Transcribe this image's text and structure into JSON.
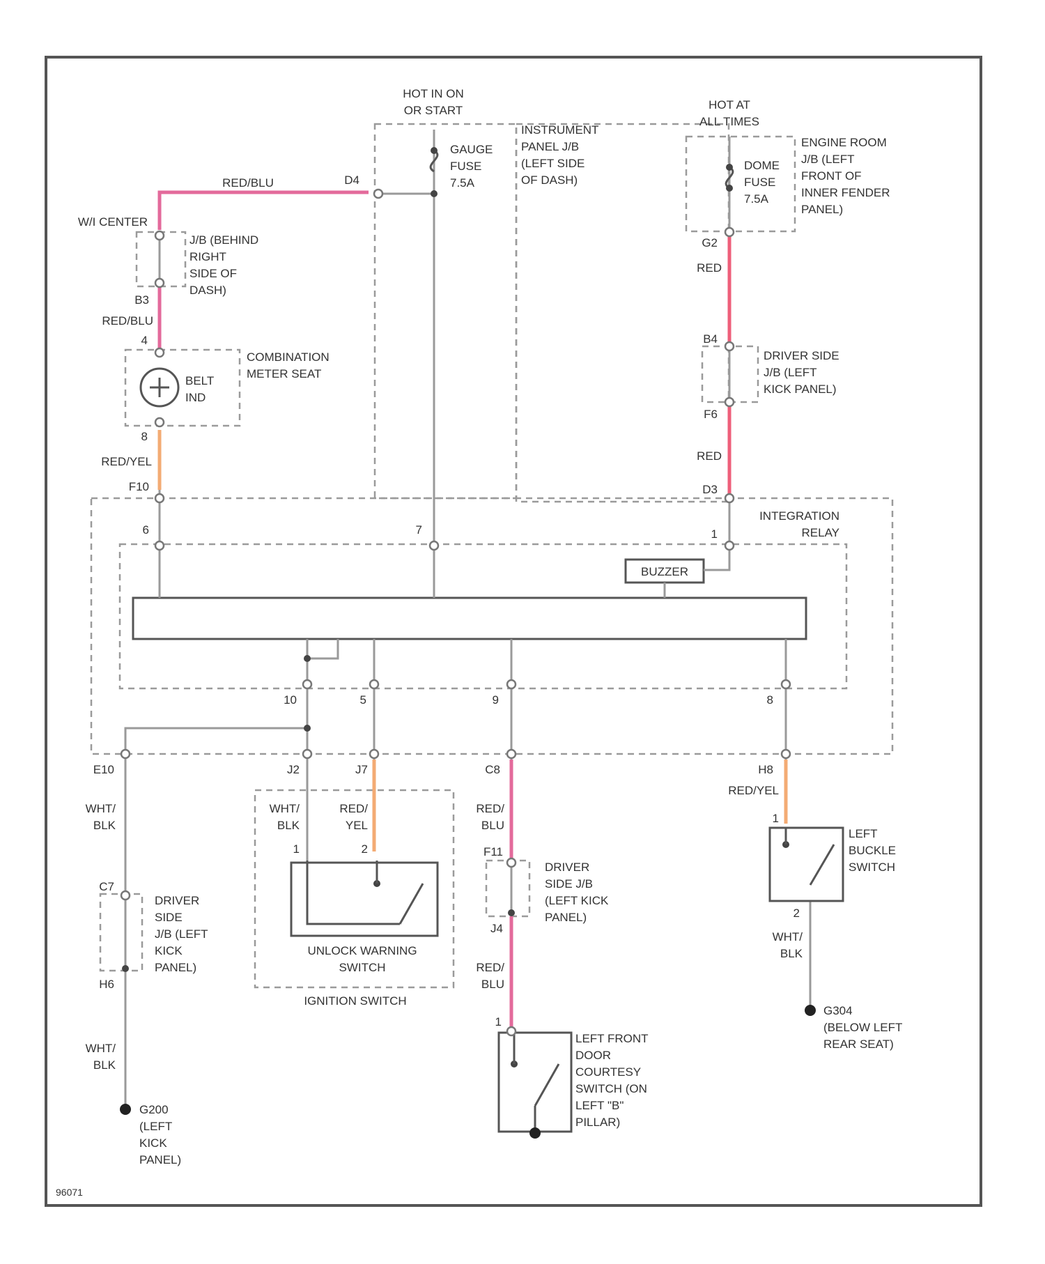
{
  "colors": {
    "red_blu": "#e36a9b",
    "red": "#ee5f7a",
    "red_yel": "#f3ab74",
    "frame": "#555555",
    "dashed_box": "#9a9a9a"
  },
  "power": {
    "hot_run": [
      "HOT IN ON",
      "OR START"
    ],
    "hot_always": [
      "HOT AT",
      "ALL TIMES"
    ]
  },
  "fuses": {
    "gauge": [
      "GAUGE",
      "FUSE",
      "7.5A"
    ],
    "dome": [
      "DOME",
      "FUSE",
      "7.5A"
    ]
  },
  "junction_boxes": {
    "instrument_panel": [
      "INSTRUMENT",
      "PANEL J/B",
      "(LEFT SIDE",
      "OF DASH)"
    ],
    "engine_room": [
      "ENGINE ROOM",
      "J/B (LEFT",
      "FRONT OF",
      "INNER FENDER",
      "PANEL)"
    ],
    "behind_dash": [
      "J/B (BEHIND",
      "RIGHT",
      "SIDE OF",
      "DASH)"
    ],
    "driver_side_upper": [
      "DRIVER SIDE",
      "J/B (LEFT",
      "KICK PANEL)"
    ],
    "driver_side_door": [
      "DRIVER",
      "SIDE J/B",
      "(LEFT KICK",
      "PANEL)"
    ],
    "driver_side_ground": [
      "DRIVER",
      "SIDE",
      "J/B (LEFT",
      "KICK",
      "PANEL)"
    ]
  },
  "components": {
    "combination_meter": [
      "COMBINATION",
      "METER SEAT"
    ],
    "belt_ind": [
      "BELT",
      "IND"
    ],
    "integration_relay": [
      "INTEGRATION",
      "RELAY"
    ],
    "buzzer": "BUZZER",
    "unlock_warning": [
      "UNLOCK WARNING",
      "SWITCH"
    ],
    "ignition_switch": "IGNITION SWITCH",
    "door_switch": [
      "LEFT FRONT",
      "DOOR",
      "COURTESY",
      "SWITCH (ON",
      "LEFT \"B\"",
      "PILLAR)"
    ],
    "buckle_switch": [
      "LEFT",
      "BUCKLE",
      "SWITCH"
    ]
  },
  "wire_labels": {
    "red_blu": "RED/BLU",
    "red_blu_split": [
      "RED/",
      "BLU"
    ],
    "red_yel": "RED/YEL",
    "red_yel_split": [
      "RED/",
      "YEL"
    ],
    "red": "RED",
    "wht_blk": [
      "WHT/",
      "BLK"
    ]
  },
  "connectors": {
    "splice": "W/I CENTER",
    "d4": "D4",
    "b3": "B3",
    "pin4": "4",
    "pin8": "8",
    "f10": "F10",
    "pin6": "6",
    "pin7": "7",
    "g2": "G2",
    "b4": "B4",
    "f6": "F6",
    "d3": "D3",
    "pin1_relay": "1",
    "pin10": "10",
    "pin5": "5",
    "pin9": "9",
    "pin8_relay": "8",
    "e10": "E10",
    "j2": "J2",
    "j7": "J7",
    "c8": "C8",
    "h8": "H8",
    "pin1_unlock": "1",
    "pin2_unlock": "2",
    "f11": "F11",
    "j4": "J4",
    "pin1_door": "1",
    "pin1_buckle": "1",
    "pin2_buckle": "2",
    "c7": "C7",
    "h6": "H6"
  },
  "grounds": {
    "left_kick": [
      "G200",
      "(LEFT",
      "KICK",
      "PANEL)"
    ],
    "rear_seat": [
      "G304",
      "(BELOW LEFT",
      "REAR SEAT)"
    ]
  },
  "figure_id": "96071"
}
